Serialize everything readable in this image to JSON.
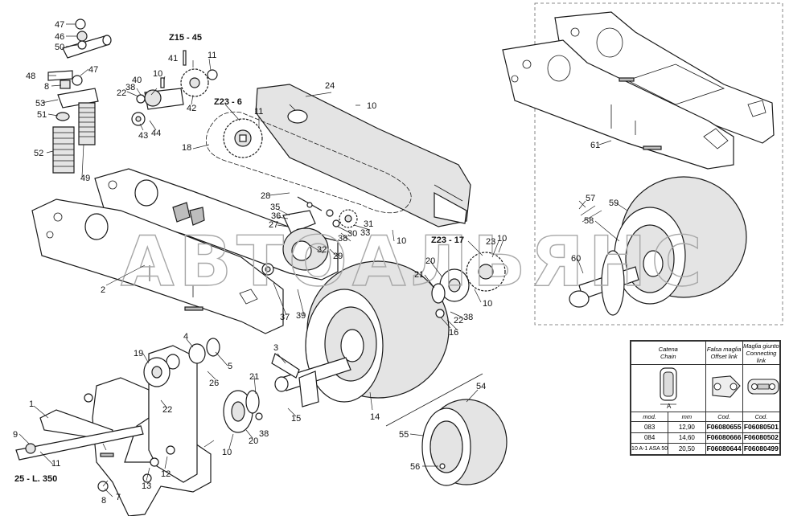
{
  "watermark": "АВТОАЛЬЯНС",
  "labels": {
    "l47a": "47",
    "l46": "46",
    "l50": "50",
    "l48": "48",
    "l47b": "47",
    "l8a": "8",
    "l53": "53",
    "l51": "51",
    "l52": "52",
    "l49": "49",
    "z15": "Z15 - 45",
    "l41": "41",
    "l11a": "11",
    "l40": "40",
    "l38a": "38",
    "l10a": "10",
    "l22a": "22",
    "l42": "42",
    "l43": "43",
    "l44": "44",
    "z23a": "Z23 - 6",
    "l11b": "11",
    "l24": "24",
    "l10b": "10",
    "l18": "18",
    "l28": "28",
    "l35": "35",
    "l36": "36",
    "l27": "27",
    "l31": "31",
    "l30": "30",
    "l38b": "38",
    "l33": "33",
    "l32": "32",
    "l29": "29",
    "l10c": "10",
    "z23b": "Z23 - 17",
    "l23": "23",
    "l10d": "10",
    "l20a": "20",
    "l21a": "21",
    "l10e": "10",
    "l22b": "22",
    "l38c": "38",
    "l16": "16",
    "l2": "2",
    "l37": "37",
    "l39": "39",
    "l14": "14",
    "l61": "61",
    "l57": "57",
    "l59": "59",
    "l58": "58",
    "l60": "60",
    "l4": "4",
    "l19": "19",
    "l5": "5",
    "l26": "26",
    "l3": "3",
    "l21b": "21",
    "l15": "15",
    "l20b": "20",
    "l10f": "10",
    "l22c": "22",
    "l1": "1",
    "l9": "9",
    "l11c": "11",
    "l25": "25 - L. 350",
    "l12": "12",
    "l13": "13",
    "l7": "7",
    "l8b": "8",
    "l54": "54",
    "l55": "55",
    "l56": "56"
  },
  "chain_table": {
    "headers": [
      {
        "it": "Catena",
        "en": "Chain"
      },
      {
        "it": "Falsa maglia",
        "en": "Offset link"
      },
      {
        "it": "Maglia giunto",
        "en": "Connecting link"
      }
    ],
    "dim_label": "A",
    "sub_headers": [
      "mod.",
      "mm",
      "Cod.",
      "Cod."
    ],
    "rows": [
      {
        "mod": "083",
        "mm": "12,90",
        "offset": "F06080655",
        "connecting": "F06080501"
      },
      {
        "mod": "084",
        "mm": "14,60",
        "offset": "F06080666",
        "connecting": "F06080502"
      },
      {
        "mod": "10 A-1 ASA 50",
        "mm": "20,50",
        "offset": "F06080644",
        "connecting": "F06080499"
      }
    ]
  }
}
